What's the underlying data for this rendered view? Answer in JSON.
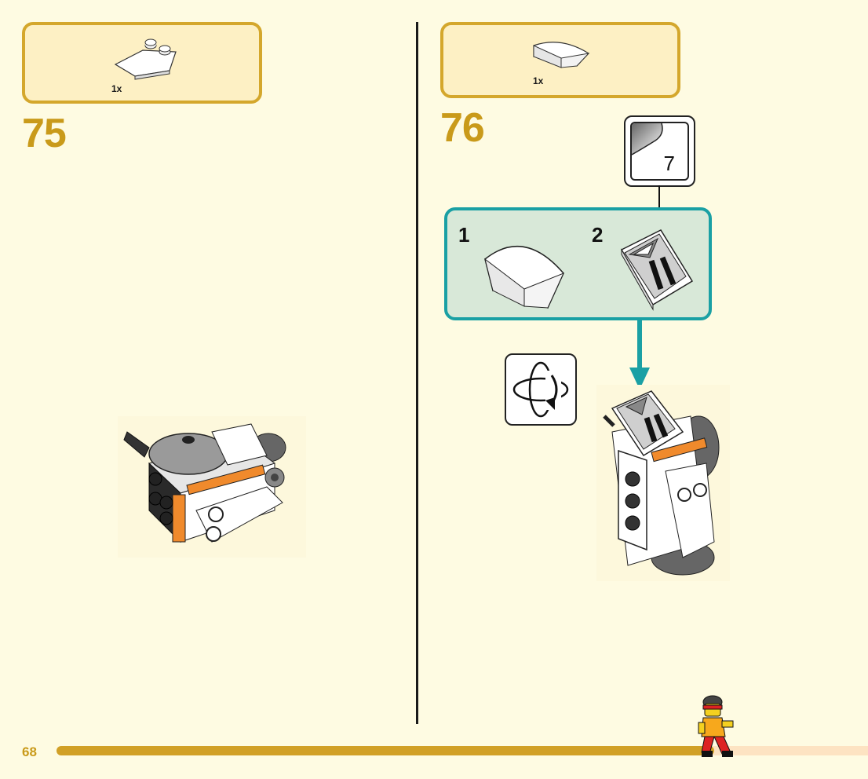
{
  "page": {
    "number": "68",
    "progress_fraction": 0.81
  },
  "steps": [
    {
      "number": "75",
      "parts": [
        {
          "qty": "1x",
          "icon": "wedge-plate-2x3-white"
        }
      ]
    },
    {
      "number": "76",
      "parts": [
        {
          "qty": "1x",
          "icon": "curved-slope-2x4-white"
        }
      ],
      "callout": {
        "substeps": [
          "1",
          "2"
        ]
      },
      "sticker": {
        "number": "7"
      },
      "rotate": {
        "icon": "rotate-model-icon"
      }
    }
  ],
  "colors": {
    "background": "#fefbe2",
    "parts_box_border": "#d4a72c",
    "parts_box_fill": "#fdf0c4",
    "step_number": "#c99a1a",
    "callout_border": "#1aa0a4",
    "callout_fill": "#d8e8d8",
    "progress_fill": "#d1a026",
    "progress_track": "#fde3c2"
  }
}
